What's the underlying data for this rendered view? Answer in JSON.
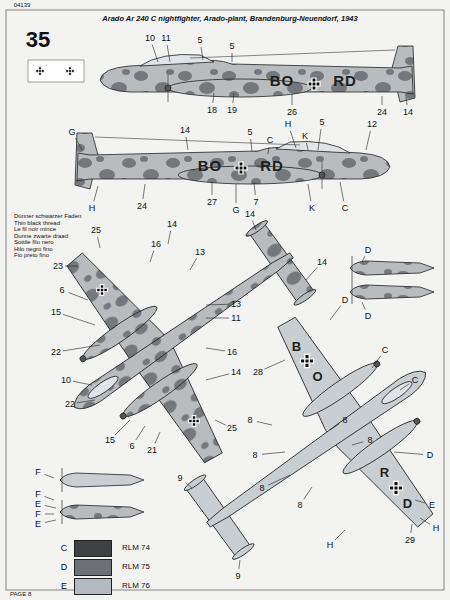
{
  "diagram": {
    "title": "Arado Ar 240 C nightfighter, Arado-plant, Brandenburg-Neuendorf, 1943",
    "labels": [
      "04139",
      "35",
      "BO",
      "RD",
      "10",
      "11",
      "5",
      "5",
      "18",
      "19",
      "26",
      "24",
      "14",
      "H",
      "K",
      "5",
      "5",
      "C",
      "12",
      "14",
      "G",
      "BO",
      "RD",
      "24",
      "27",
      "7",
      "G",
      "K",
      "C",
      "H",
      "Dünner schwarzer Faden",
      "Thin black thread",
      "Le fil noir mince",
      "Dunne zwarte draad",
      "Sottile filo nero",
      "Hilo negro fino",
      "Fio preto fino",
      "25",
      "14",
      "16",
      "13",
      "14",
      "14",
      "23",
      "6",
      "15",
      "13",
      "11",
      "22",
      "10",
      "22",
      "16",
      "14",
      "15",
      "6",
      "21",
      "25",
      "D",
      "D",
      "28",
      "B",
      "O",
      "D",
      "C",
      "C",
      "8",
      "8",
      "8",
      "8",
      "8",
      "8",
      "D",
      "E",
      "H",
      "H",
      "9",
      "9",
      "29",
      "R",
      "D",
      "F",
      "F",
      "E",
      "F",
      "E",
      "C",
      "D",
      "E",
      "PAGE 8"
    ],
    "legend": [
      {
        "text": "RLM 74",
        "color": "#3f4144"
      },
      {
        "text": "RLM 75",
        "color": "#6d7074"
      },
      {
        "text": "RLM 76",
        "color": "#b3bac0"
      }
    ]
  }
}
